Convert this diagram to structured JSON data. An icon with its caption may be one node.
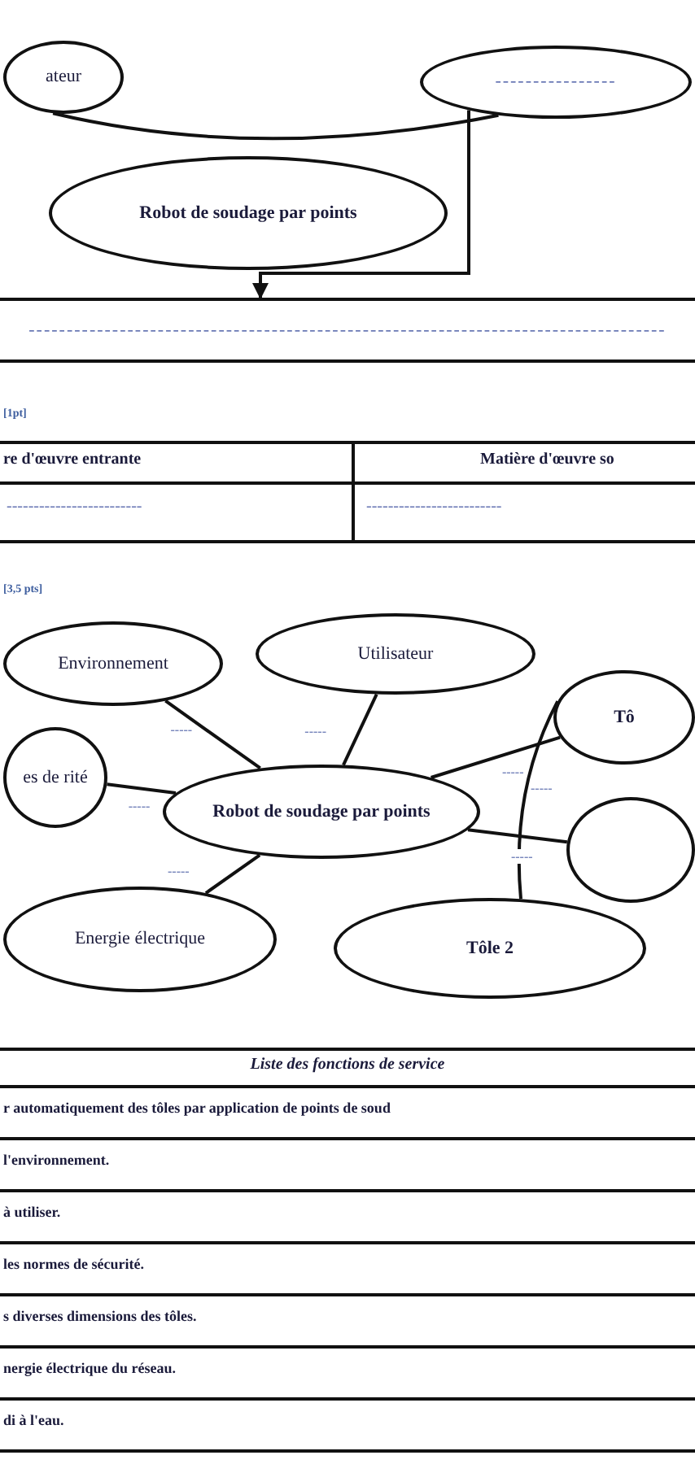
{
  "diagram": {
    "nodes": [
      {
        "text": [
          "ateur"
        ]
      },
      {
        "text": [
          "----------------"
        ]
      },
      {
        "text": [
          "Robot de soudage par points"
        ]
      },
      {
        "text": [
          "------------------------------------------------------------------------------------"
        ]
      },
      {
        "text": [
          "Environnement"
        ]
      },
      {
        "text": [
          "Utilisateur"
        ]
      },
      {
        "text": [
          "Tô"
        ]
      },
      {
        "text": [
          "es de rité"
        ]
      },
      {
        "text": [
          "Robot de soudage par points"
        ]
      },
      {
        "text": [],
        "shape": "ellipse"
      },
      {
        "text": [
          "Energie électrique"
        ]
      },
      {
        "text": [
          "Tôle 2"
        ]
      }
    ],
    "edges": [
      {
        "from": 0,
        "to": 1,
        "arrow": "none"
      },
      {
        "from": 1,
        "to": 3,
        "arrow": "to"
      },
      {
        "from": 4,
        "to": 8,
        "arrow": "none",
        "label": "-----"
      },
      {
        "from": 5,
        "to": 8,
        "arrow": "none",
        "label": "-----"
      },
      {
        "from": 6,
        "to": 11,
        "arrow": "none",
        "label": "-----"
      },
      {
        "from": 6,
        "to": 8,
        "arrow": "none",
        "label": "-----"
      },
      {
        "from": 7,
        "to": 8,
        "arrow": "none",
        "label": "-----"
      },
      {
        "from": 10,
        "to": 8,
        "arrow": "none",
        "label": "-----"
      },
      {
        "from": 8,
        "to": 9,
        "arrow": "none",
        "label": "-----"
      }
    ],
    "labels": [
      "[1pt]",
      "re d'œuvre entrante",
      "Matière d'œuvre so",
      "-------------------------",
      "-------------------------",
      "[3,5 pts]",
      "Liste des fonctions de service",
      "r automatiquement des tôles par application de points de soud",
      "l'environnement.",
      "à utiliser.",
      "les normes de sécurité.",
      "s diverses dimensions des tôles.",
      "nergie électrique du réseau.",
      "di à l'eau."
    ]
  }
}
